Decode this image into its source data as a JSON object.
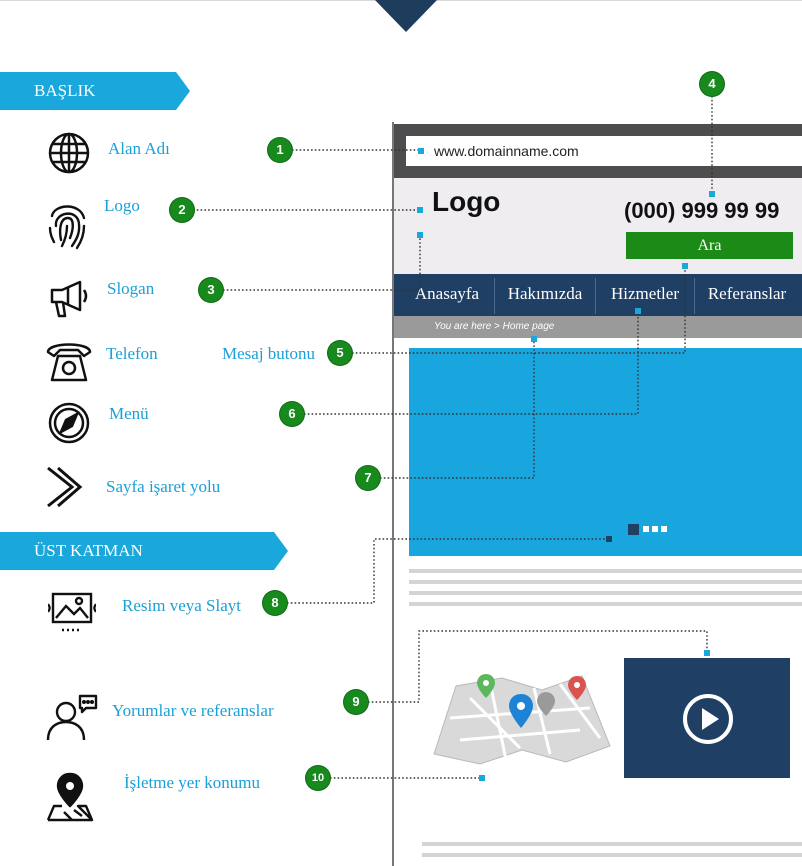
{
  "sections": {
    "header": "BAŞLIK",
    "overlay": "ÜST KATMAN"
  },
  "items": [
    {
      "num": "1",
      "label": "Alan Adı",
      "icon": "globe-icon"
    },
    {
      "num": "2",
      "label": "Logo",
      "icon": "fingerprint-icon"
    },
    {
      "num": "3",
      "label": "Slogan",
      "icon": "megaphone-icon"
    },
    {
      "num": "4",
      "label": "Telefon",
      "icon": "telephone-icon"
    },
    {
      "num": "5",
      "label": "Mesaj butonu",
      "icon": ""
    },
    {
      "num": "6",
      "label": "Menü",
      "icon": "compass-icon"
    },
    {
      "num": "7",
      "label": "Sayfa işaret yolu",
      "icon": "chevron-right-icon"
    },
    {
      "num": "8",
      "label": "Resim veya Slayt",
      "icon": "image-icon"
    },
    {
      "num": "9",
      "label": "Yorumlar ve referanslar",
      "icon": "user-comment-icon"
    },
    {
      "num": "10",
      "label": "İşletme yer konumu",
      "icon": "map-pin-icon"
    }
  ],
  "mockup": {
    "url": "www.domainname.com",
    "logo": "Logo",
    "phone": "(000) 999 99 99",
    "button": "Ara",
    "nav": [
      "Anasayfa",
      "Hakımızda",
      "Hizmetler",
      "Referanslar"
    ],
    "breadcrumb": "You are here > Home page"
  },
  "colors": {
    "ribbon": "#1aa7dc",
    "label": "#1a9fd8",
    "badge": "#17891d",
    "nav": "#1f3f64",
    "slider": "#19a6de"
  }
}
